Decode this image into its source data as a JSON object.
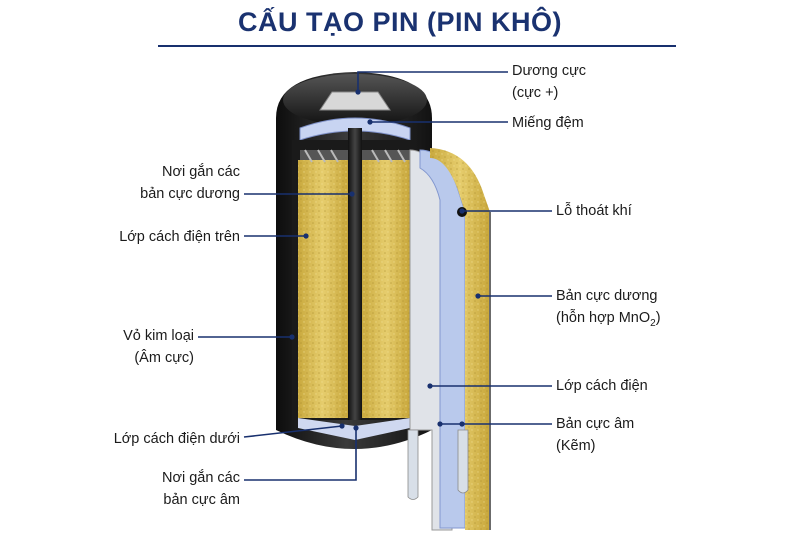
{
  "title": "CẤU TẠO PIN (PIN KHÔ)",
  "colors": {
    "title": "#1a3270",
    "leader": "#18306e",
    "casing": "#1c1c1c",
    "cathode": "#d9bd58",
    "separator": "#b9c9ec",
    "rod": "#222222",
    "background": "#ffffff"
  },
  "labels": {
    "positive_terminal": {
      "line1": "Dương cực",
      "line2": "(cực +)"
    },
    "gasket": {
      "line1": "Miếng đệm"
    },
    "vent": {
      "line1": "Lỗ thoát khí"
    },
    "cathode": {
      "line1": "Bản cực dương",
      "line2_prefix": "(hỗn hợp MnO",
      "line2_sub": "2",
      "line2_suffix": ")"
    },
    "separator": {
      "line1": "Lớp cách điện"
    },
    "anode": {
      "line1": "Bản cực âm",
      "line2": "(Kẽm)"
    },
    "positive_collector": {
      "line1": "Nơi gắn các",
      "line2": "bản cực dương"
    },
    "top_insulator": {
      "line1": "Lớp cách điện trên"
    },
    "metal_casing": {
      "line1": "Vỏ kim loại",
      "line2": "(Âm cực)"
    },
    "bottom_insulator": {
      "line1": "Lớp cách điện dưới"
    },
    "negative_collector": {
      "line1": "Nơi gắn các",
      "line2": "bản cực âm"
    }
  }
}
